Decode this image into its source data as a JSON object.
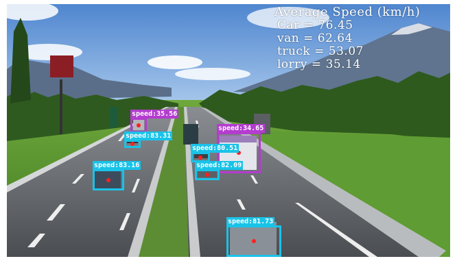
{
  "overlay": {
    "title": "Average Speed (km/h)",
    "rows": [
      {
        "label": "Car",
        "value": "76.45"
      },
      {
        "label": "van",
        "value": "62.64"
      },
      {
        "label": "truck",
        "value": "53.07"
      },
      {
        "label": "lorry",
        "value": "35.14"
      }
    ]
  },
  "detections": [
    {
      "class": "truck",
      "label": "speed:35.56"
    },
    {
      "class": "car",
      "label": "speed:83.31"
    },
    {
      "class": "truck",
      "label": "speed:34.65"
    },
    {
      "class": "car",
      "label": "speed:80.51"
    },
    {
      "class": "car",
      "label": "speed:82.09"
    },
    {
      "class": "car",
      "label": "speed:83.16"
    },
    {
      "class": "car",
      "label": "speed:81.73"
    }
  ],
  "colors": {
    "car_box": "#19c3e8",
    "truck_box": "#b43ccf",
    "center_dot": "#ff2020"
  }
}
